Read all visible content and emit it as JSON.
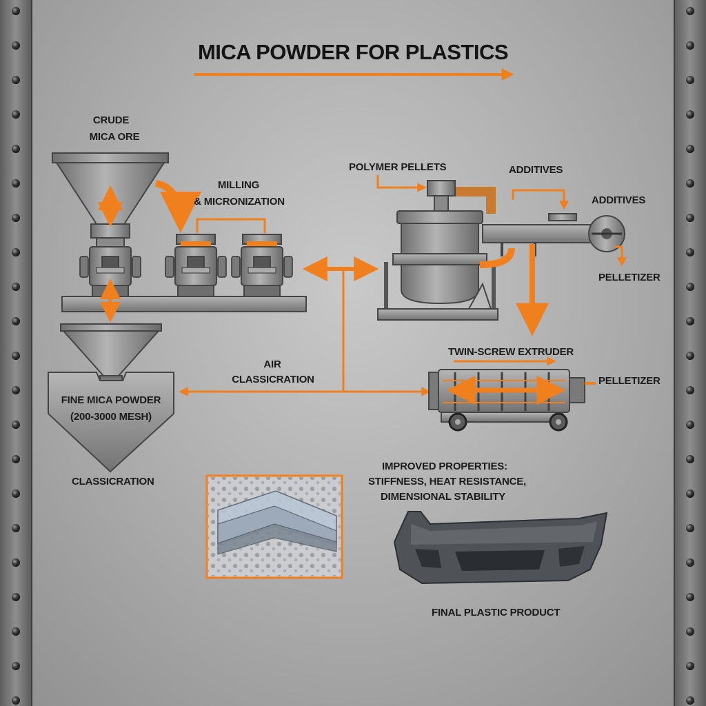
{
  "title": "MICA POWDER FOR PLASTICS",
  "labels": {
    "crude_ore_1": "CRUDE",
    "crude_ore_2": "MICA ORE",
    "milling_1": "MILLING",
    "milling_2": "& MICRONIZATION",
    "polymer_pellets": "POLYMER PELLETS",
    "additives_1": "ADDITIVES",
    "additives_2": "ADDITIVES",
    "pelletizer_1": "PELLETIZER",
    "twin_screw": "TWIN-SCREW EXTRUDER",
    "pelletizer_2": "PELLETIZER",
    "air_class_1": "AIR",
    "air_class_2": "CLASSICRATION",
    "fine_powder_1": "FINE MICA POWDER",
    "fine_powder_2": "(200-3000 MESH)",
    "classicration": "CLASSICRATION",
    "improved_1": "IMPROVED PROPERTIES:",
    "improved_2": "STIFFNESS, HEAT RESISTANCE,",
    "improved_3": "DIMENSIONAL STABILITY",
    "final_product": "FINAL PLASTIC PRODUCT"
  },
  "colors": {
    "accent": "#f07f1e",
    "machine": "#8a8a8a",
    "machine_dark": "#4a4a4a",
    "text": "#1b1b1b"
  }
}
